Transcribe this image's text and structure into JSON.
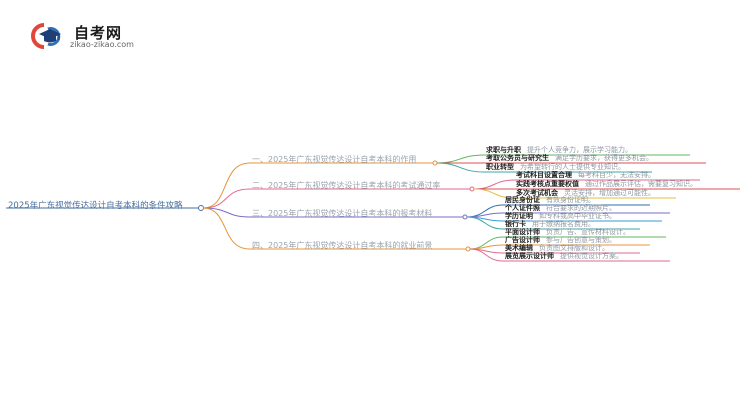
{
  "brand": {
    "title": "自考网",
    "url": "zikao-zikao.com"
  },
  "colors": {
    "root": "#4a6fa0",
    "b1": "#e8943a",
    "b2": "#e06a8c",
    "b3": "#7a6cc8",
    "b4": "#e8943a",
    "leaf_lines": [
      "#5cb85c",
      "#d9534f",
      "#3fa7a0",
      "#e06a8c",
      "#d9534f",
      "#e0c040",
      "#2f6fb5",
      "#7a6cc8",
      "#3a9ad9",
      "#3fa7a0",
      "#5cb85c",
      "#e8943a",
      "#e06a8c",
      "#e06a8c"
    ]
  },
  "root": {
    "label": "2025年广东视觉传达设计自考本科的条件攻略"
  },
  "branches": [
    {
      "label": "一、2025年广东视觉传达设计自考本科的作用",
      "leaves": [
        {
          "title": "求职与升职",
          "desc": "提升个人竞争力，展示学习能力。"
        },
        {
          "title": "考取公务员与研究生",
          "desc": "满足学历要求，获得更多机会。"
        },
        {
          "title": "职业转型",
          "desc": "为希望转行的人士提供专业知识。"
        }
      ]
    },
    {
      "label": "二、2025年广东视觉传达设计自考本科的考试通过率",
      "leaves": [
        {
          "title": "考试科目设置合理",
          "desc": "每考科目少，无法安排。"
        },
        {
          "title": "实践考核点重要权值",
          "desc": "通过作品展示评估，需要复习知识。"
        },
        {
          "title": "多次考试机会",
          "desc": "灵活安排，增加通过可能性。"
        }
      ]
    },
    {
      "label": "三、2025年广东视觉传达设计自考本科的报考材料",
      "leaves": [
        {
          "title": "居民身份证",
          "desc": "有效身份证明。"
        },
        {
          "title": "个人证件照",
          "desc": "符合要求的近期照片。"
        },
        {
          "title": "学历证明",
          "desc": "如专科或高中毕业证书。"
        },
        {
          "title": "银行卡",
          "desc": "用于缴纳报名费用。"
        }
      ]
    },
    {
      "label": "四、2025年广东视觉传达设计自考本科的就业前景",
      "leaves": [
        {
          "title": "平面设计师",
          "desc": "负责广告、宣传材料设计。"
        },
        {
          "title": "广告设计师",
          "desc": "参与广告创意与策划。"
        },
        {
          "title": "美术编辑",
          "desc": "负责图文排版和设计。"
        },
        {
          "title": "展览展示设计师",
          "desc": "提供视觉设计方案。"
        }
      ]
    }
  ]
}
